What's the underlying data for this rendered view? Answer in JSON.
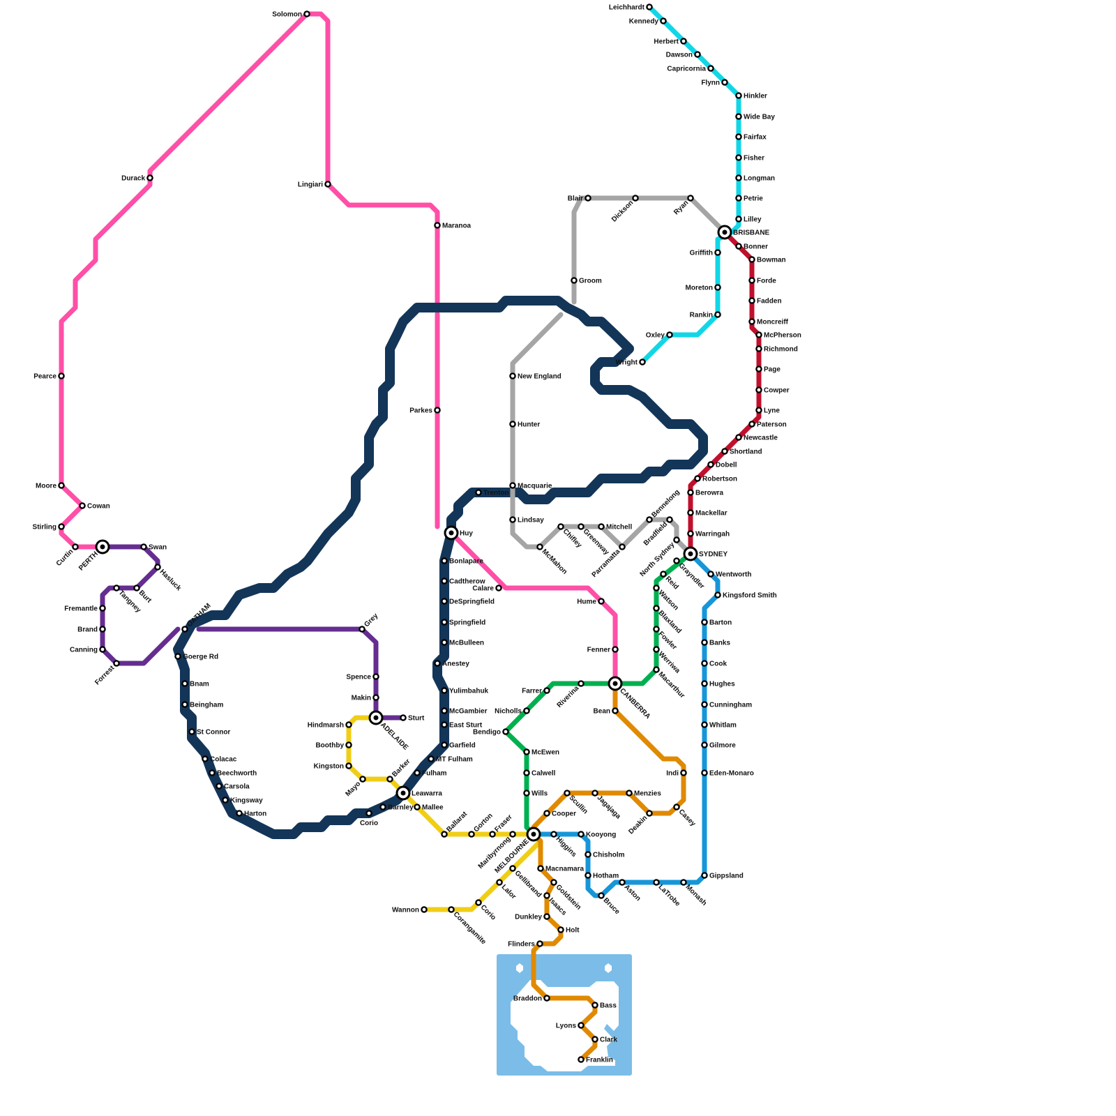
{
  "lines": [
    {
      "id": "pink-west",
      "color": "#ff4fa7"
    },
    {
      "id": "pink-central",
      "color": "#ff4fa7"
    },
    {
      "id": "pink-east",
      "color": "#ff4fa7"
    },
    {
      "id": "purple-west",
      "color": "#652d90"
    },
    {
      "id": "purple-south",
      "color": "#652d90"
    },
    {
      "id": "navy",
      "color": "#133558"
    },
    {
      "id": "yellow",
      "color": "#f0ce15"
    },
    {
      "id": "green",
      "color": "#00b050"
    },
    {
      "id": "orange",
      "color": "#e08a00"
    },
    {
      "id": "blue",
      "color": "#1696d8"
    },
    {
      "id": "cyan",
      "color": "#12d6e6"
    },
    {
      "id": "red",
      "color": "#c0102e"
    },
    {
      "id": "grey",
      "color": "#a5a5a5"
    }
  ],
  "water_color": "#7bbde8",
  "interchanges": [
    "PERTH",
    "ADELAIDE",
    "Leawarra",
    "Huy",
    "MELBOURNE",
    "CANBERRA",
    "SYDNEY",
    "BRISBANE"
  ],
  "stations": {
    "Solomon": "Solomon",
    "Durack": "Durack",
    "Lingiari": "Lingiari",
    "Maranoa": "Maranoa",
    "Parkes": "Parkes",
    "Pearce": "Pearce",
    "Moore": "Moore",
    "Cowan": "Cowan",
    "Stirling": "Stirling",
    "Curtin": "Curtin",
    "PERTH": "PERTH",
    "Swan": "Swan",
    "Hasluck": "Hasluck",
    "Burt": "Burt",
    "Tangney": "Tangney",
    "Fremantle": "Fremantle",
    "Brand": "Brand",
    "Canning": "Canning",
    "Forrest": "Forrest",
    "Grey": "Grey",
    "Spence": "Spence",
    "Makin": "Makin",
    "ADELAIDE": "ADELAIDE",
    "Sturt": "Sturt",
    "Hindmarsh": "Hindmarsh",
    "Boothby": "Boothby",
    "Kingston": "Kingston",
    "Mayo": "Mayo",
    "Barker": "Barker",
    "Leawarra": "Leawarra",
    "Mallee": "Mallee",
    "Ballarat": "Ballarat",
    "Gorton": "Gorton",
    "Fraser": "Fraser",
    "Maribyrnong": "Maribyrnong",
    "MELBOURNE": "MELBOURNE",
    "Gellibrand": "Gellibrand",
    "Lalor": "Lalor",
    "Corio2": "Corio",
    "Corangamite": "Corangamite",
    "Wannon": "Wannon",
    "OATHAM": "OATHAM",
    "Goerge Rd": "Goerge Rd",
    "Bnam": "Bnam",
    "Beingham": "Beingham",
    "St Connor": "St Connor",
    "Colacac": "Colacac",
    "Beechworth": "Beechworth",
    "Carsola": "Carsola",
    "Kingsway": "Kingsway",
    "Harton": "Harton",
    "Corio": "Corio",
    "Barnley": "Barnley",
    "Fulham": "Fulham",
    "MT Fulham": "MT Fulham",
    "Garfield": "Garfield",
    "East Sturt": "East Sturt",
    "McGambier": "McGambier",
    "Yulimbahuk": "Yulimbahuk",
    "Anestey": "Anestey",
    "McBulleen": "McBulleen",
    "Springfield": "Springfield",
    "DeSpringfield": "DeSpringfield",
    "Cadtherow": "Cadtherow",
    "Bonlapare": "Bonlapare",
    "Huy": "Huy",
    "Trenton": "Trenton",
    "Calare": "Calare",
    "Hume": "Hume",
    "Fenner": "Fenner",
    "CANBERRA": "CANBERRA",
    "Riverina": "Riverina",
    "Farrer": "Farrer",
    "Nicholls": "Nicholls",
    "Bendigo": "Bendigo",
    "McEwen": "McEwen",
    "Calwell": "Calwell",
    "Wills": "Wills",
    "Macarthur": "Macarthur",
    "Werriwa": "Werriwa",
    "Fowler": "Fowler",
    "Blaxland": "Blaxland",
    "Watson": "Watson",
    "Reid": "Reid",
    "Grayndler": "Grayndler",
    "SYDNEY": "SYDNEY",
    "Bean": "Bean",
    "Indi": "Indi",
    "Casey": "Casey",
    "Deakin": "Deakin",
    "Menzies": "Menzies",
    "Jagajaga": "Jagajaga",
    "Scullin": "Scullin",
    "Cooper": "Cooper",
    "Macnamara": "Macnamara",
    "Goldstein": "Goldstein",
    "Isaacs": "Isaacs",
    "Dunkley": "Dunkley",
    "Holt": "Holt",
    "Flinders": "Flinders",
    "Braddon": "Braddon",
    "Bass": "Bass",
    "Lyons": "Lyons",
    "Clark": "Clark",
    "Franklin": "Franklin",
    "Wentworth": "Wentworth",
    "Kingsford Smith": "Kingsford Smith",
    "Barton": "Barton",
    "Banks": "Banks",
    "Cook": "Cook",
    "Hughes": "Hughes",
    "Cunningham": "Cunningham",
    "Whitlam": "Whitlam",
    "Gilmore": "Gilmore",
    "Eden-Monaro": "Eden-Monaro",
    "Gippsland": "Gippsland",
    "Monash": "Monash",
    "LaTrobe": "LaTrobe",
    "Aston": "Aston",
    "Bruce": "Bruce",
    "Hotham": "Hotham",
    "Chisholm": "Chisholm",
    "Kooyong": "Kooyong",
    "Higgins": "Higgins",
    "Leichhardt": "Leichhardt",
    "Kennedy": "Kennedy",
    "Herbert": "Herbert",
    "Dawson": "Dawson",
    "Capricornia": "Capricornia",
    "Flynn": "Flynn",
    "Hinkler": "Hinkler",
    "Wide Bay": "Wide Bay",
    "Fairfax": "Fairfax",
    "Fisher": "Fisher",
    "Longman": "Longman",
    "Petrie": "Petrie",
    "Lilley": "Lilley",
    "BRISBANE": "BRISBANE",
    "Griffith": "Griffith",
    "Moreton": "Moreton",
    "Rankin": "Rankin",
    "Oxley": "Oxley",
    "Wright": "Wright",
    "Bonner": "Bonner",
    "Bowman": "Bowman",
    "Forde": "Forde",
    "Fadden": "Fadden",
    "Moncreiff": "Moncreiff",
    "McPherson": "McPherson",
    "Richmond": "Richmond",
    "Page": "Page",
    "Cowper": "Cowper",
    "Lyne": "Lyne",
    "Paterson": "Paterson",
    "Newcastle": "Newcastle",
    "Shortland": "Shortland",
    "Dobell": "Dobell",
    "Robertson": "Robertson",
    "Berowra": "Berowra",
    "Mackellar": "Mackellar",
    "Warringah": "Warringah",
    "Ryan": "Ryan",
    "Dickson": "Dickson",
    "Blair": "Blair",
    "Groom": "Groom",
    "New England": "New England",
    "Hunter": "Hunter",
    "Macquarie": "Macquarie",
    "Lindsay": "Lindsay",
    "McMahon": "McMahon",
    "Chifley": "Chifley",
    "Greenway": "Greenway",
    "Mitchell": "Mitchell",
    "Parramatta": "Parramatta",
    "Bennelong": "Bennelong",
    "Bradfield": "Bradfield",
    "North Sydney": "North Sydney"
  }
}
